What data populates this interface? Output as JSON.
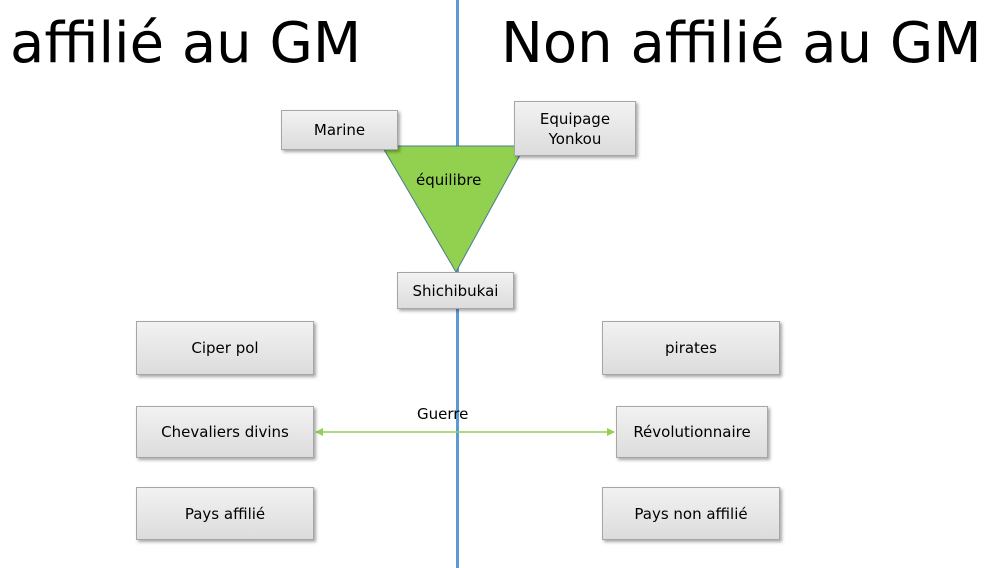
{
  "headings": {
    "left": "affilié au GM",
    "right": "Non affilié au GM"
  },
  "nodes": {
    "marine": "Marine",
    "equipage": "Equipage\nYonkou",
    "shichibukai": "Shichibukai",
    "ciper_pol": "Ciper pol",
    "chevaliers": "Chevaliers divins",
    "pays_affilie": "Pays affilié",
    "pirates": "pirates",
    "revolutionnaire": "Révolutionnaire",
    "pays_non_affilie": "Pays non affilié"
  },
  "labels": {
    "equilibre": "équilibre",
    "guerre": "Guerre"
  },
  "colors": {
    "divider": "#5b9bd5",
    "triangle_fill": "#92d050",
    "triangle_stroke": "#4a7b8c",
    "arrow": "#92d050"
  }
}
